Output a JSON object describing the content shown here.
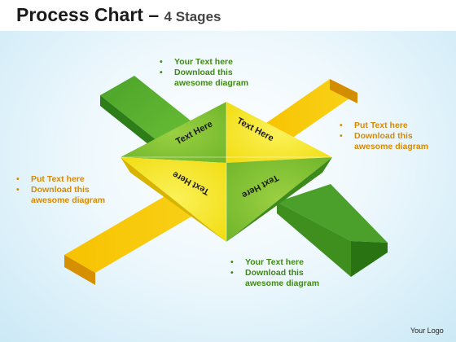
{
  "title": {
    "main": "Process Chart",
    "dash": " – ",
    "sub": "4 Stages"
  },
  "colors": {
    "green_light": "#8cc63f",
    "green_dark": "#2e8b1e",
    "yellow_light": "#f4e41c",
    "yellow_dark": "#e6a000",
    "green_text": "#3f8a12",
    "orange_text": "#d98a00"
  },
  "center_labels": [
    "Text Here",
    "Text Here",
    "Text Here",
    "Text Here"
  ],
  "callouts": [
    {
      "id": "top",
      "lines": [
        "Your Text here",
        "Download this awesome diagram"
      ]
    },
    {
      "id": "right",
      "lines": [
        "Put Text here",
        "Download this awesome diagram"
      ]
    },
    {
      "id": "left",
      "lines": [
        "Put Text here",
        "Download this awesome diagram"
      ]
    },
    {
      "id": "bottom",
      "lines": [
        "Your Text here",
        "Download this awesome diagram"
      ]
    }
  ],
  "footer": {
    "logo": "Your Logo"
  }
}
